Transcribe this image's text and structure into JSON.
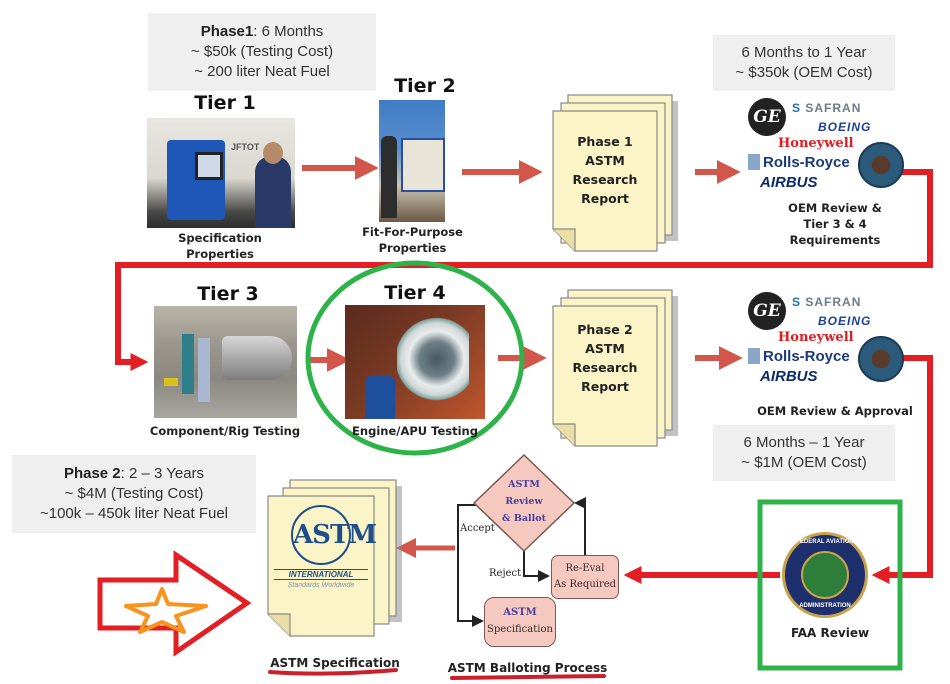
{
  "title": "Alternative Jet Fuel ASTM Qualification Process",
  "colors": {
    "flow_red": "#e31e24",
    "arrow_muted": "#d2574a",
    "highlight_green": "#2db34a",
    "doc_fill": "#fbf4c6",
    "info_box": "#efefef",
    "ballot_pink": "#f6c9c0",
    "star_orange": "#f7941d"
  },
  "phase1_box": {
    "bold": "Phase1",
    "line1_rest": ": 6 Months",
    "line2": "~ $50k (Testing Cost)",
    "line3": "~ 200 liter Neat Fuel"
  },
  "oem1_box": {
    "line1": "6 Months to 1 Year",
    "line2": "~ $350k (OEM Cost)"
  },
  "oem2_box": {
    "line1": "6 Months  – 1 Year",
    "line2": "~ $1M  (OEM Cost)"
  },
  "phase2_box": {
    "bold": "Phase 2",
    "line1_rest": ": 2 – 3 Years",
    "line2": "~ $4M  (Testing Cost)",
    "line3": "~100k – 450k liter Neat Fuel"
  },
  "tiers": [
    {
      "title": "Tier 1",
      "caption1": "Specification",
      "caption2": "Properties",
      "photo_label": "JFTOT"
    },
    {
      "title": "Tier 2",
      "caption1": "Fit-For-Purpose",
      "caption2": "Properties"
    },
    {
      "title": "Tier 3",
      "caption1": "Component/Rig Testing"
    },
    {
      "title": "Tier 4",
      "caption1": "Engine/APU Testing"
    }
  ],
  "reports": [
    {
      "line1": "Phase 1",
      "line2": "ASTM",
      "line3": "Research",
      "line4": "Report"
    },
    {
      "line1": "Phase 2",
      "line2": "ASTM",
      "line3": "Research",
      "line4": "Report"
    }
  ],
  "oem_logos": {
    "ge": "GE",
    "safran": "SAFRAN",
    "boeing": "BOEING",
    "honeywell": "Honeywell",
    "rolls_royce": "Rolls-Royce",
    "airbus": "AIRBUS"
  },
  "oem_review_1": {
    "line1": "OEM Review &",
    "line2": "Tier 3 & 4 Requirements"
  },
  "oem_review_2": {
    "line1": "OEM Review & Approval"
  },
  "faa": {
    "seal_top": "FEDERAL AVIATION",
    "seal_bottom": "ADMINISTRATION",
    "caption": "FAA Review"
  },
  "ballot": {
    "diamond_l1": "ASTM",
    "diamond_l2": "Review",
    "diamond_l3": "& Ballot",
    "accept": "Accept",
    "reject": "Reject",
    "reeval_l1": "Re-Eval",
    "reeval_l2": "As Required",
    "spec_l1": "ASTM",
    "spec_l2": "Specification",
    "caption": "ASTM Balloting Process"
  },
  "astm_spec": {
    "logo": "ASTM",
    "intl": "INTERNATIONAL",
    "tagline": "Standards Worldwide",
    "caption": "ASTM Specification"
  }
}
